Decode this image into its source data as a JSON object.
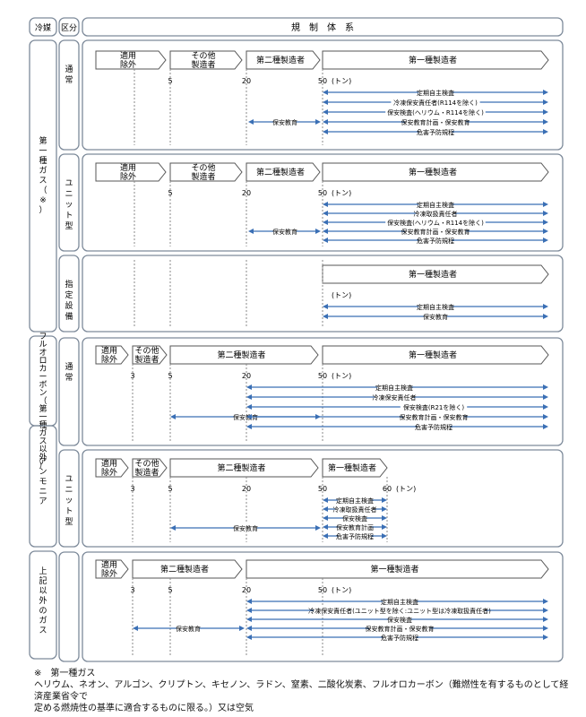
{
  "header": {
    "col1": "冷媒",
    "col2": "区分",
    "col3": "規　制　体　系"
  },
  "sections": [
    {
      "label_chars": [
        "第",
        "一",
        "種",
        "ガ",
        "ス",
        "（",
        "※",
        "）"
      ]
    },
    {
      "label_chars": [
        "フ",
        "ル",
        "オ",
        "ロ",
        "カ",
        "ー",
        "ボ",
        "ン",
        "（",
        "第",
        "一",
        "種",
        "ガ",
        "ス",
        "以",
        "外",
        "）"
      ]
    },
    {
      "label_chars": [
        "ア",
        "ン",
        "モ",
        "ニ",
        "ア"
      ]
    },
    {
      "label_chars": [
        "上",
        "記",
        "以",
        "外",
        "の",
        "ガ",
        "ス"
      ]
    }
  ],
  "rows": [
    {
      "kubun": [
        "通",
        "常"
      ],
      "stages": [
        "適用\n除外",
        "その他\n製造者",
        "第二種製造者",
        "第一種製造者"
      ],
      "ticks": [
        "5",
        "20",
        "50"
      ],
      "unit": "(トン)",
      "arrows": [
        "定期自主検査",
        "冷凍保安責任者(R114を除く)",
        "保安検査(ヘリウム・R114を除く)",
        "保安教育計画・保安教育",
        "危害予防規程"
      ],
      "extra": "保安教育"
    },
    {
      "kubun": [
        "ユ",
        "ニ",
        "ッ",
        "ト",
        "型"
      ],
      "stages": [
        "適用\n除外",
        "その他\n製造者",
        "第二種製造者",
        "第一種製造者"
      ],
      "ticks": [
        "5",
        "20",
        "50"
      ],
      "unit": "(トン)",
      "arrows": [
        "定期自主検査",
        "冷凍取扱責任者",
        "保安検査(ヘリウム・R114を除く)",
        "保安教育計画・保安教育",
        "危害予防規程"
      ],
      "extra": "保安教育"
    },
    {
      "kubun": [
        "指",
        "定",
        "設",
        "備"
      ],
      "stages": [
        "第一種製造者"
      ],
      "unit": "(トン)",
      "arrows": [
        "定期自主検査",
        "保安教育"
      ]
    },
    {
      "kubun": [
        "通",
        "常"
      ],
      "stages": [
        "適用\n除外",
        "その他\n製造者",
        "第二種製造者",
        "第一種製造者"
      ],
      "ticks": [
        "3",
        "5",
        "20",
        "50"
      ],
      "unit": "(トン)",
      "arrows": [
        "定期自主検査",
        "冷凍保安責任者",
        "保安検査(R21を除く)",
        "保安教育計画・保安教育",
        "危害予防規程"
      ],
      "extra": "保安教育"
    },
    {
      "kubun": [
        "ユ",
        "ニ",
        "ッ",
        "ト",
        "型"
      ],
      "stages": [
        "適用\n除外",
        "その他\n製造者",
        "第二種製造者",
        "第一種製造者"
      ],
      "ticks": [
        "3",
        "5",
        "20",
        "50",
        "60"
      ],
      "unit": "(トン)",
      "arrows": [
        "定期自主検査",
        "冷凍取扱責任者",
        "保安検査",
        "保安教育計画",
        "危害予防規程"
      ],
      "extra": "保安教育"
    },
    {
      "kubun": [],
      "stages": [
        "適用\n除外",
        "第二種製造者",
        "第一種製造者"
      ],
      "ticks": [
        "3",
        "5",
        "20",
        "50"
      ],
      "unit": "(トン)",
      "arrows": [
        "定期自主検査",
        "冷凍保安責任者(ユニット型を除く:ユニット型は冷凍取扱責任者)",
        "保安検査",
        "保安教育計画・保安教育",
        "危害予防規程"
      ],
      "extra": "保安教育"
    }
  ],
  "footer": {
    "title": "※　第一種ガス",
    "line1": "ヘリウム、ネオン、アルゴン、クリプトン、キセノン、ラドン、窒素、二酸化炭素、フルオロカーボン（難燃性を有するものとして経済産業省令で",
    "line2": "定める燃焼性の基準に適合するものに限る。）又は空気"
  },
  "colors": {
    "arrow": "#3a6fb5",
    "border": "#7d8a9a",
    "line": "#555555"
  }
}
